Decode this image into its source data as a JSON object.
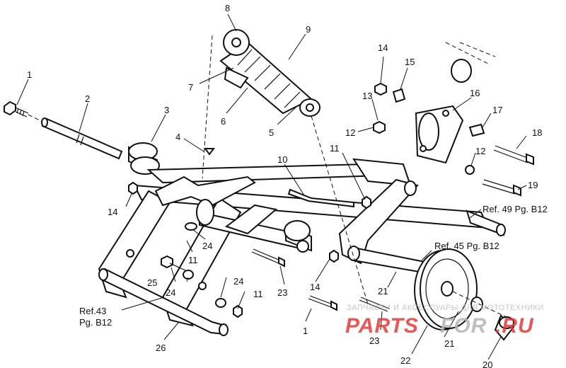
{
  "callouts": {
    "c1a": "1",
    "c2": "2",
    "c3": "3",
    "c4": "4",
    "c5": "5",
    "c6": "6",
    "c7": "7",
    "c8": "8",
    "c9": "9",
    "c10": "10",
    "c11a": "11",
    "c11b": "11",
    "c11c": "11",
    "c12a": "12",
    "c12b": "12",
    "c13": "13",
    "c14a": "14",
    "c14b": "14",
    "c14c": "14",
    "c15": "15",
    "c16": "16",
    "c17": "17",
    "c18": "18",
    "c19": "19",
    "c20": "20",
    "c21a": "21",
    "c21b": "21",
    "c22": "22",
    "c23a": "23",
    "c23b": "23",
    "c24a": "24",
    "c24b": "24",
    "c24c": "24",
    "c25": "25",
    "c26": "26",
    "c1b": "1"
  },
  "refs": {
    "r49": "Ref. 49 Pg. B12",
    "r45": "Ref. 45 Pg. B12",
    "r43a": "Ref.43",
    "r43b": "Pg. B12"
  },
  "watermark": {
    "line1": "ЗАПЧАСТИ И АКСЕССУАРЫ ДЛЯ МОТОТЕХНИКИ",
    "brand_left": "PARTS",
    "brand_right": "FOR",
    "brand_tld": ".RU",
    "colors": {
      "red": "#e23a3a",
      "grey": "#b5b5b5"
    }
  }
}
